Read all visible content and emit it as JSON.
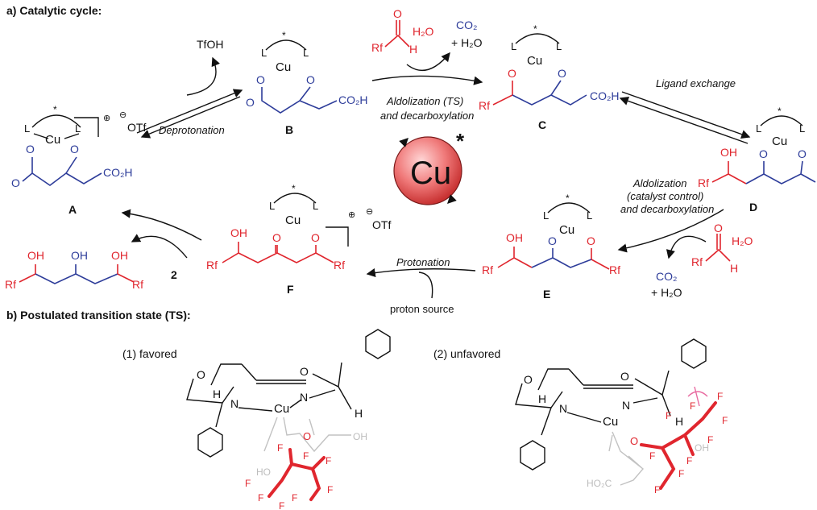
{
  "headings": {
    "a": "a) Catalytic cycle:",
    "b": "b) Postulated transition state (TS):"
  },
  "compounds": {
    "A": "A",
    "B": "B",
    "C": "C",
    "D": "D",
    "E": "E",
    "F": "F",
    "product_num": "2"
  },
  "atoms": {
    "L": "L",
    "Cu": "Cu",
    "O": "O",
    "OH": "OH",
    "CO2H": "CO₂H",
    "Rf": "Rf",
    "H": "H",
    "N": "N",
    "F": "F",
    "HO2C": "HO₂C",
    "HO": "HO",
    "star": "*"
  },
  "reagents": {
    "tfoh": "TfOH",
    "otf": "OTf",
    "charge_plus": "⊕",
    "charge_minus": "⊖",
    "h2o": "H₂O",
    "co2": "CO₂",
    "plus_h2o": "+ H₂O",
    "proton_source": "proton source"
  },
  "steps": {
    "deprotonation": "Deprotonation",
    "aldol_ts_1": "Aldolization (TS)",
    "aldol_ts_2": "and decarboxylation",
    "ligand_exchange": "Ligand exchange",
    "aldol_cat_1": "Aldolization",
    "aldol_cat_2": "(catalyst control)",
    "aldol_cat_3": "and decarboxylation",
    "protonation": "Protonation"
  },
  "center": {
    "label": "Cu",
    "star": "*"
  },
  "ts_labels": {
    "favored": "(1) favored",
    "unfavored": "(2) unfavored"
  },
  "colors": {
    "blue": "#2e3d9a",
    "red": "#e0262e",
    "cu_sphere": "#e25b5b"
  }
}
